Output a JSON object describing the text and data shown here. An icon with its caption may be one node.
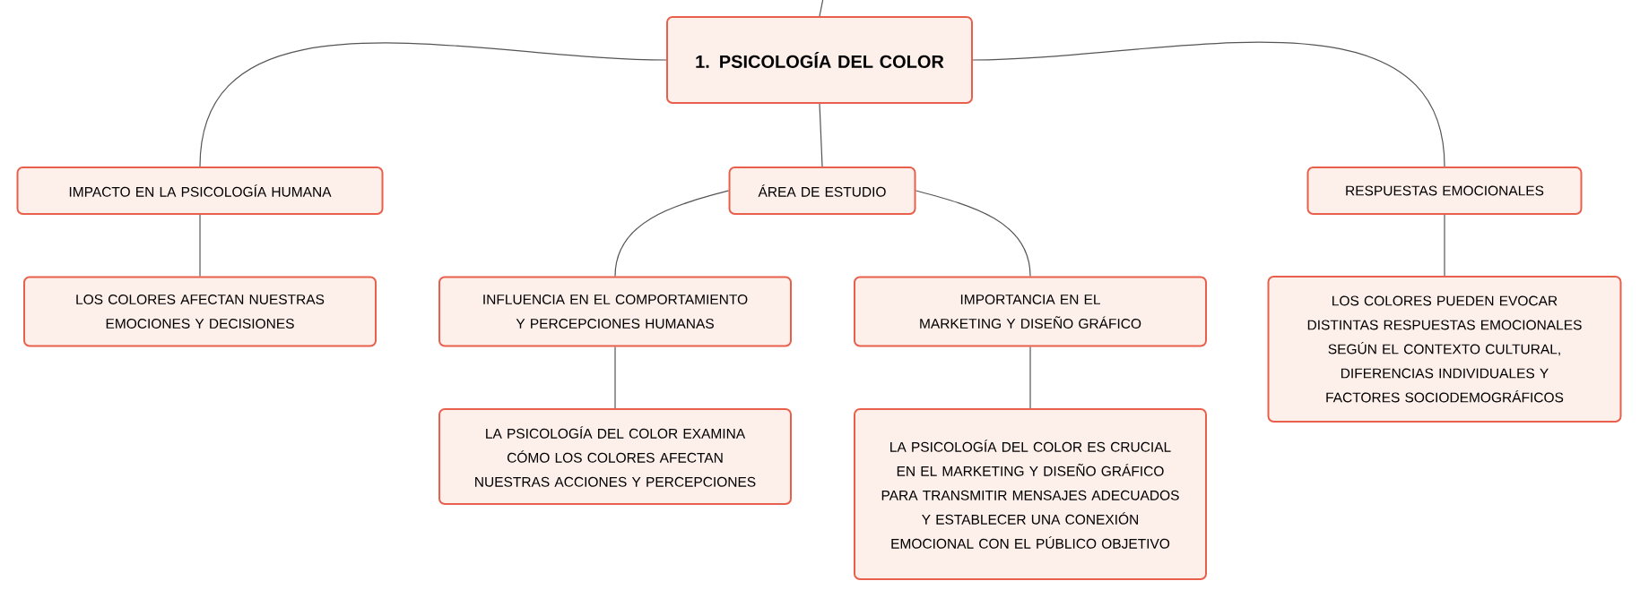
{
  "diagram": {
    "nodes": [
      {
        "text": [
          "1. PSICOLOGÍA DEL COLOR"
        ]
      },
      {
        "text": [
          "IMPACTO EN LA PSICOLOGÍA HUMANA"
        ]
      },
      {
        "text": [
          "ÁREA DE ESTUDIO"
        ]
      },
      {
        "text": [
          "RESPUESTAS EMOCIONALES"
        ]
      },
      {
        "text": [
          "LOS COLORES AFECTAN NUESTRAS EMOCIONES Y DECISIONES"
        ]
      },
      {
        "text": [
          "INFLUENCIA EN EL COMPORTAMIENTO Y PERCEPCIONES HUMANAS"
        ]
      },
      {
        "text": [
          "IMPORTANCIA EN EL MARKETING Y DISEÑO GRÁFICO"
        ]
      },
      {
        "text": [
          "LOS COLORES PUEDEN EVOCAR DISTINTAS RESPUESTAS EMOCIONALES SEGÚN EL CONTEXTO CULTURAL, DIFERENCIAS INDIVIDUALES Y FACTORES SOCIODEMOGRÁFICOS"
        ]
      },
      {
        "text": [
          "LA PSICOLOGÍA DEL COLOR EXAMINA CÓMO LOS COLORES AFECTAN NUESTRAS ACCIONES Y PERCEPCIONES"
        ]
      },
      {
        "text": [
          "LA PSICOLOGÍA DEL COLOR ES CRUCIAL EN EL MARKETING Y DISEÑO GRÁFICO PARA TRANSMITIR MENSAJES ADECUADOS Y ESTABLECER UNA CONEXIÓN EMOCIONAL CON EL PÚBLICO OBJETIVO"
        ]
      }
    ],
    "edges": [
      {
        "from": null,
        "to": 0,
        "arrow": "none"
      },
      {
        "from": 0,
        "to": 1,
        "arrow": "none"
      },
      {
        "from": 0,
        "to": 2,
        "arrow": "none"
      },
      {
        "from": 0,
        "to": 3,
        "arrow": "none"
      },
      {
        "from": 1,
        "to": 4,
        "arrow": "none"
      },
      {
        "from": 2,
        "to": 5,
        "arrow": "none"
      },
      {
        "from": 2,
        "to": 6,
        "arrow": "none"
      },
      {
        "from": 3,
        "to": 7,
        "arrow": "none"
      },
      {
        "from": 5,
        "to": 8,
        "arrow": "none"
      },
      {
        "from": 6,
        "to": 9,
        "arrow": "none"
      }
    ]
  }
}
